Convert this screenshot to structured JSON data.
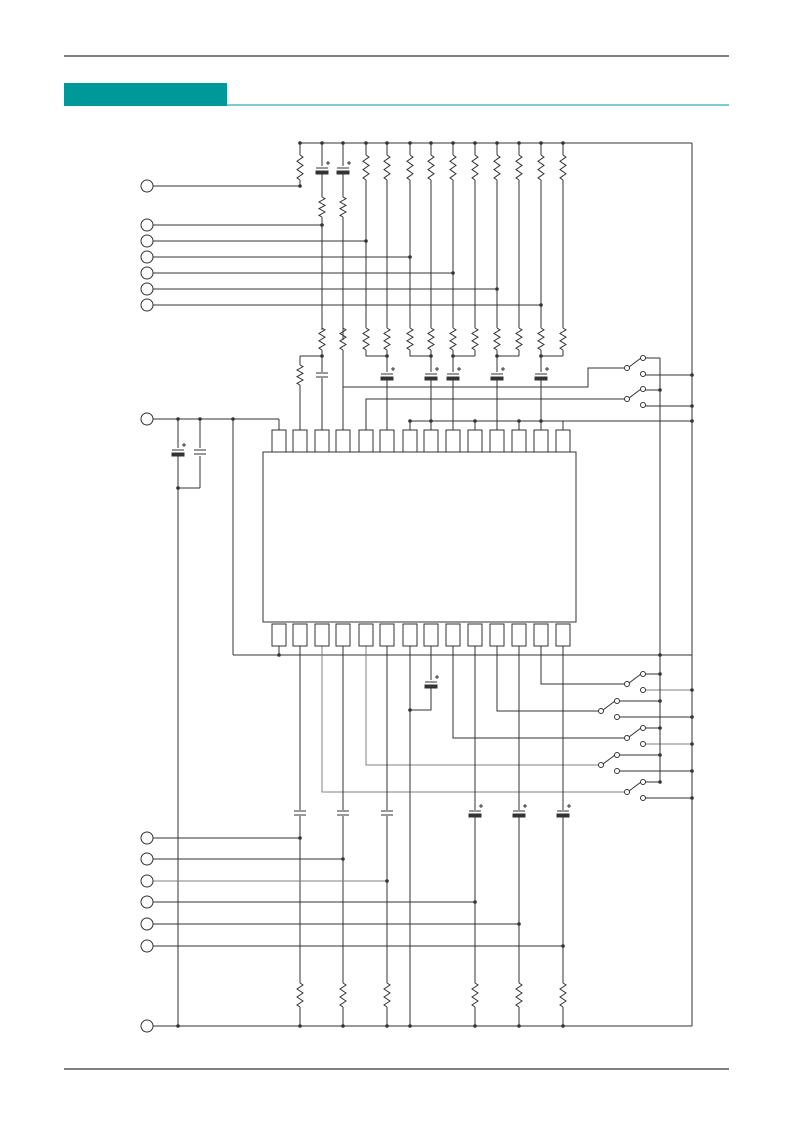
{
  "header": {
    "band_color": "#009999"
  },
  "colors": {
    "line": "#333333",
    "thin_line": "#808080",
    "rule": "#000000"
  },
  "schematic": {
    "top_terminals": 7,
    "mid_terminals": 1,
    "bottom_terminals": 7,
    "ic_top_pins": 14,
    "ic_bottom_pins": 14,
    "switches": 7
  }
}
